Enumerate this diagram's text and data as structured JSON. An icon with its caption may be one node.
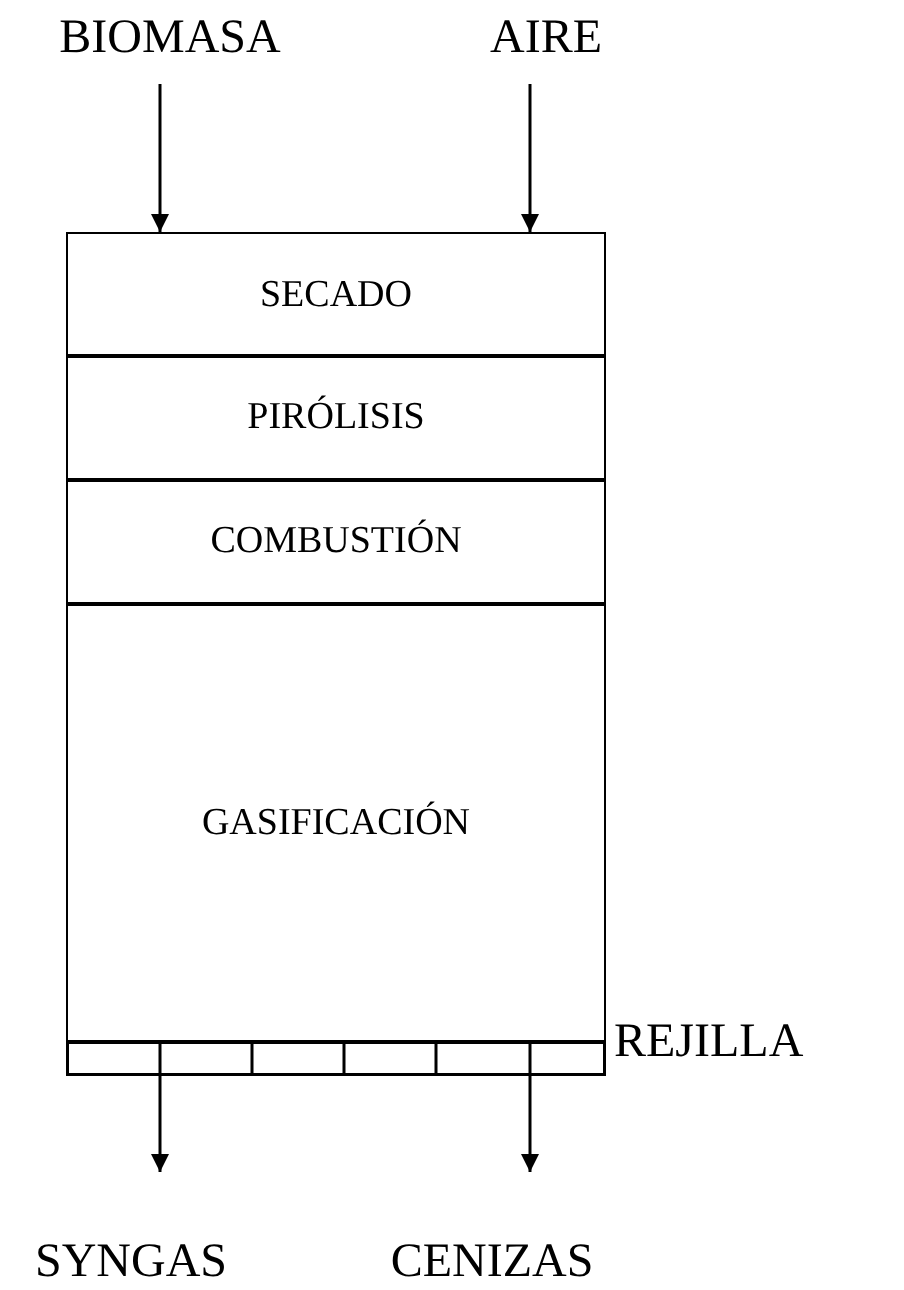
{
  "diagram": {
    "nodes": [
      {
        "text": [
          "BIOMASA"
        ]
      },
      {
        "text": [
          "AIRE"
        ]
      },
      {
        "text": [
          "SECADO"
        ]
      },
      {
        "text": [
          "PIRÓLISIS"
        ]
      },
      {
        "text": [
          "COMBUSTIÓN"
        ]
      },
      {
        "text": [
          "GASIFICACIÓN"
        ]
      },
      {
        "text": [],
        "shape": "bar",
        "beside": [
          "REJILLA"
        ]
      },
      {
        "text": [
          "SYNGAS"
        ]
      },
      {
        "text": [
          "CENIZAS"
        ]
      }
    ],
    "edges": [
      {
        "from": 0,
        "to": 2,
        "arrow": "to"
      },
      {
        "from": 1,
        "to": 2,
        "arrow": "to"
      },
      {
        "from": 6,
        "to": 7,
        "arrow": "to"
      },
      {
        "from": 6,
        "to": 8,
        "arrow": "to"
      }
    ]
  }
}
